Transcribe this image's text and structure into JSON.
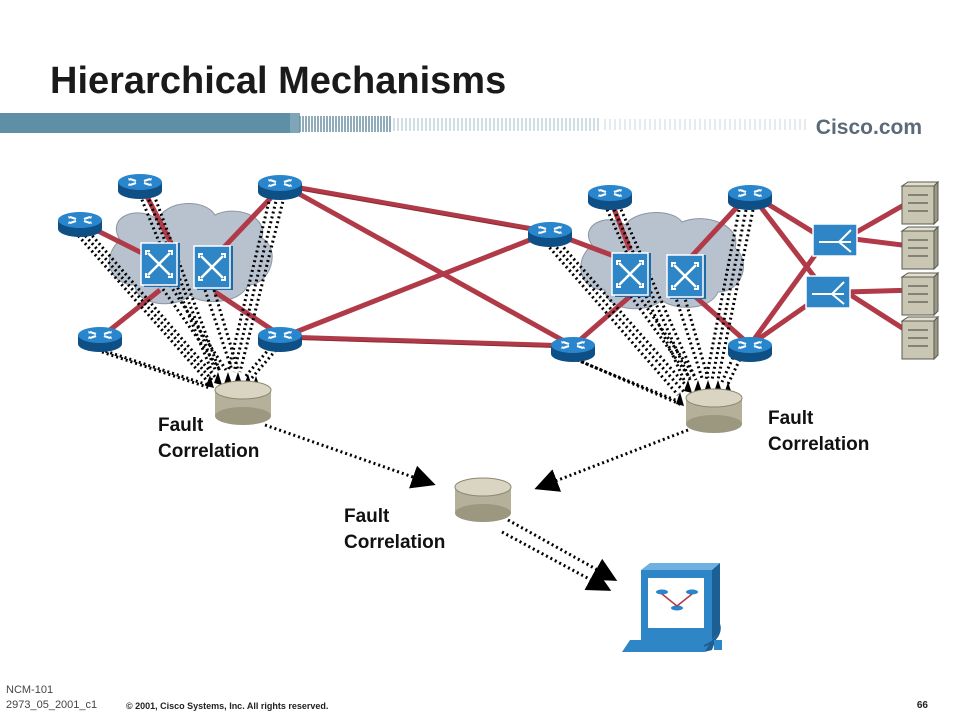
{
  "slide": {
    "title": "Hierarchical Mechanisms",
    "brand": "Cisco.com",
    "footer": {
      "course_code": "NCM-101",
      "slide_code": "2973_05_2001_c1",
      "copyright": "© 2001, Cisco Systems, Inc. All rights reserved.",
      "page_number": "66"
    }
  },
  "diagram": {
    "labels": {
      "left_correlator": "Fault\nCorrelation",
      "right_correlator": "Fault\nCorrelation",
      "center_correlator": "Fault\nCorrelation"
    },
    "colors": {
      "link": "#b03a48",
      "router": "#1a73b7",
      "switch": "#2f86c6",
      "cloud": "#b8c2ce",
      "database": "#b5b09a",
      "header_bar": "#5f8fa6"
    }
  }
}
